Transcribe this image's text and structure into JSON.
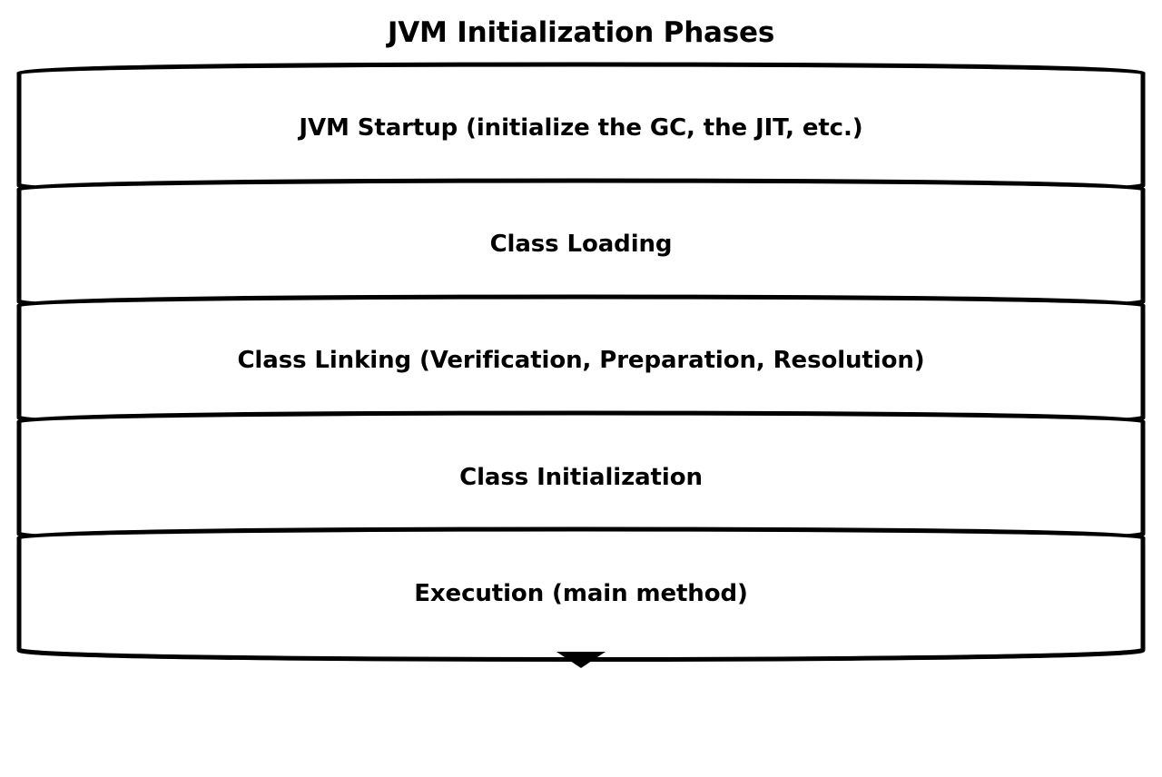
{
  "title": "JVM Initialization Phases",
  "diagram": {
    "type": "funnel-stack",
    "shape": "cylinder-band",
    "fill_color": "#ffffff",
    "stroke_color": "#000000",
    "bands": [
      {
        "label": "JVM Startup (initialize the GC, the JIT, etc.)"
      },
      {
        "label": "Class Loading"
      },
      {
        "label": "Class Linking (Verification, Preparation, Resolution)"
      },
      {
        "label": "Class Initialization"
      },
      {
        "label": "Execution (main method)"
      }
    ],
    "arrow": {
      "name": "flow-arrowhead",
      "direction": "down"
    }
  }
}
